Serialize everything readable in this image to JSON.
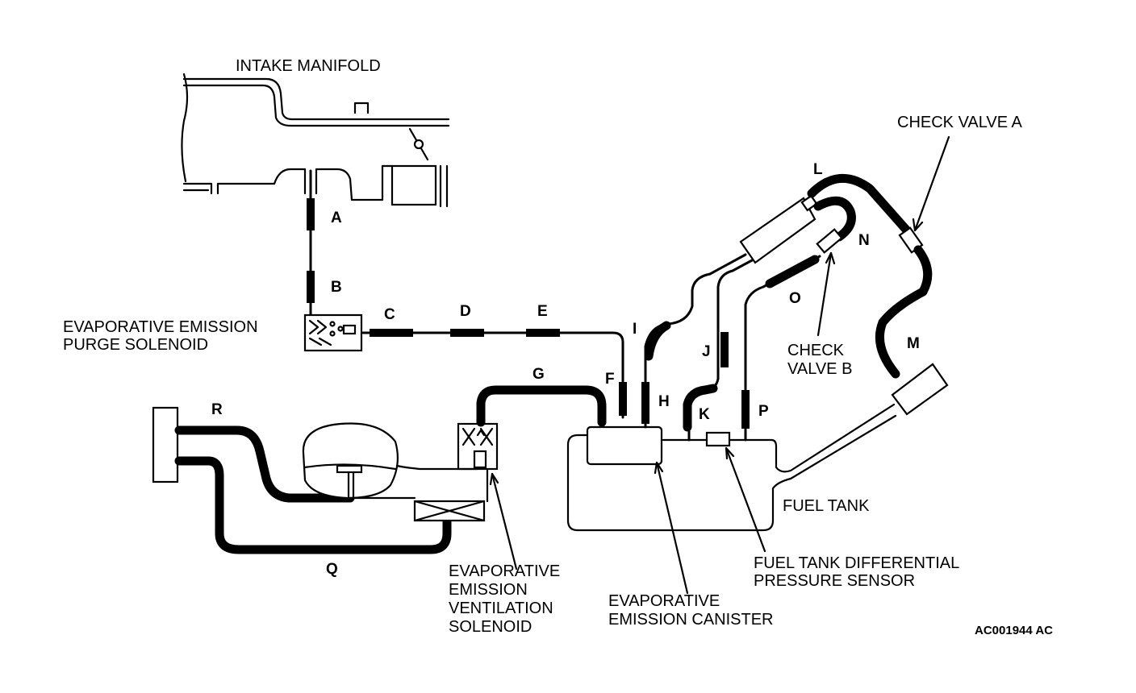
{
  "diagram": {
    "labels": {
      "intake_manifold": "INTAKE MANIFOLD",
      "check_valve_a": "CHECK VALVE A",
      "purge_line1": "EVAPORATIVE EMISSION",
      "purge_line2": "PURGE SOLENOID",
      "check_b_line1": "CHECK",
      "check_b_line2": "VALVE B",
      "fuel_tank": "FUEL TANK",
      "sensor_line1": "FUEL TANK DIFFERENTIAL",
      "sensor_line2": "PRESSURE SENSOR",
      "vent_line1": "EVAPORATIVE",
      "vent_line2": "EMISSION",
      "vent_line3": "VENTILATION",
      "vent_line4": "SOLENOID",
      "canister_line1": "EVAPORATIVE",
      "canister_line2": "EMISSION CANISTER",
      "figure_code": "AC001944 AC"
    },
    "hoses": {
      "A": "A",
      "B": "B",
      "C": "C",
      "D": "D",
      "E": "E",
      "F": "F",
      "G": "G",
      "H": "H",
      "I": "I",
      "J": "J",
      "K": "K",
      "L": "L",
      "M": "M",
      "N": "N",
      "O": "O",
      "P": "P",
      "Q": "Q",
      "R": "R"
    }
  }
}
